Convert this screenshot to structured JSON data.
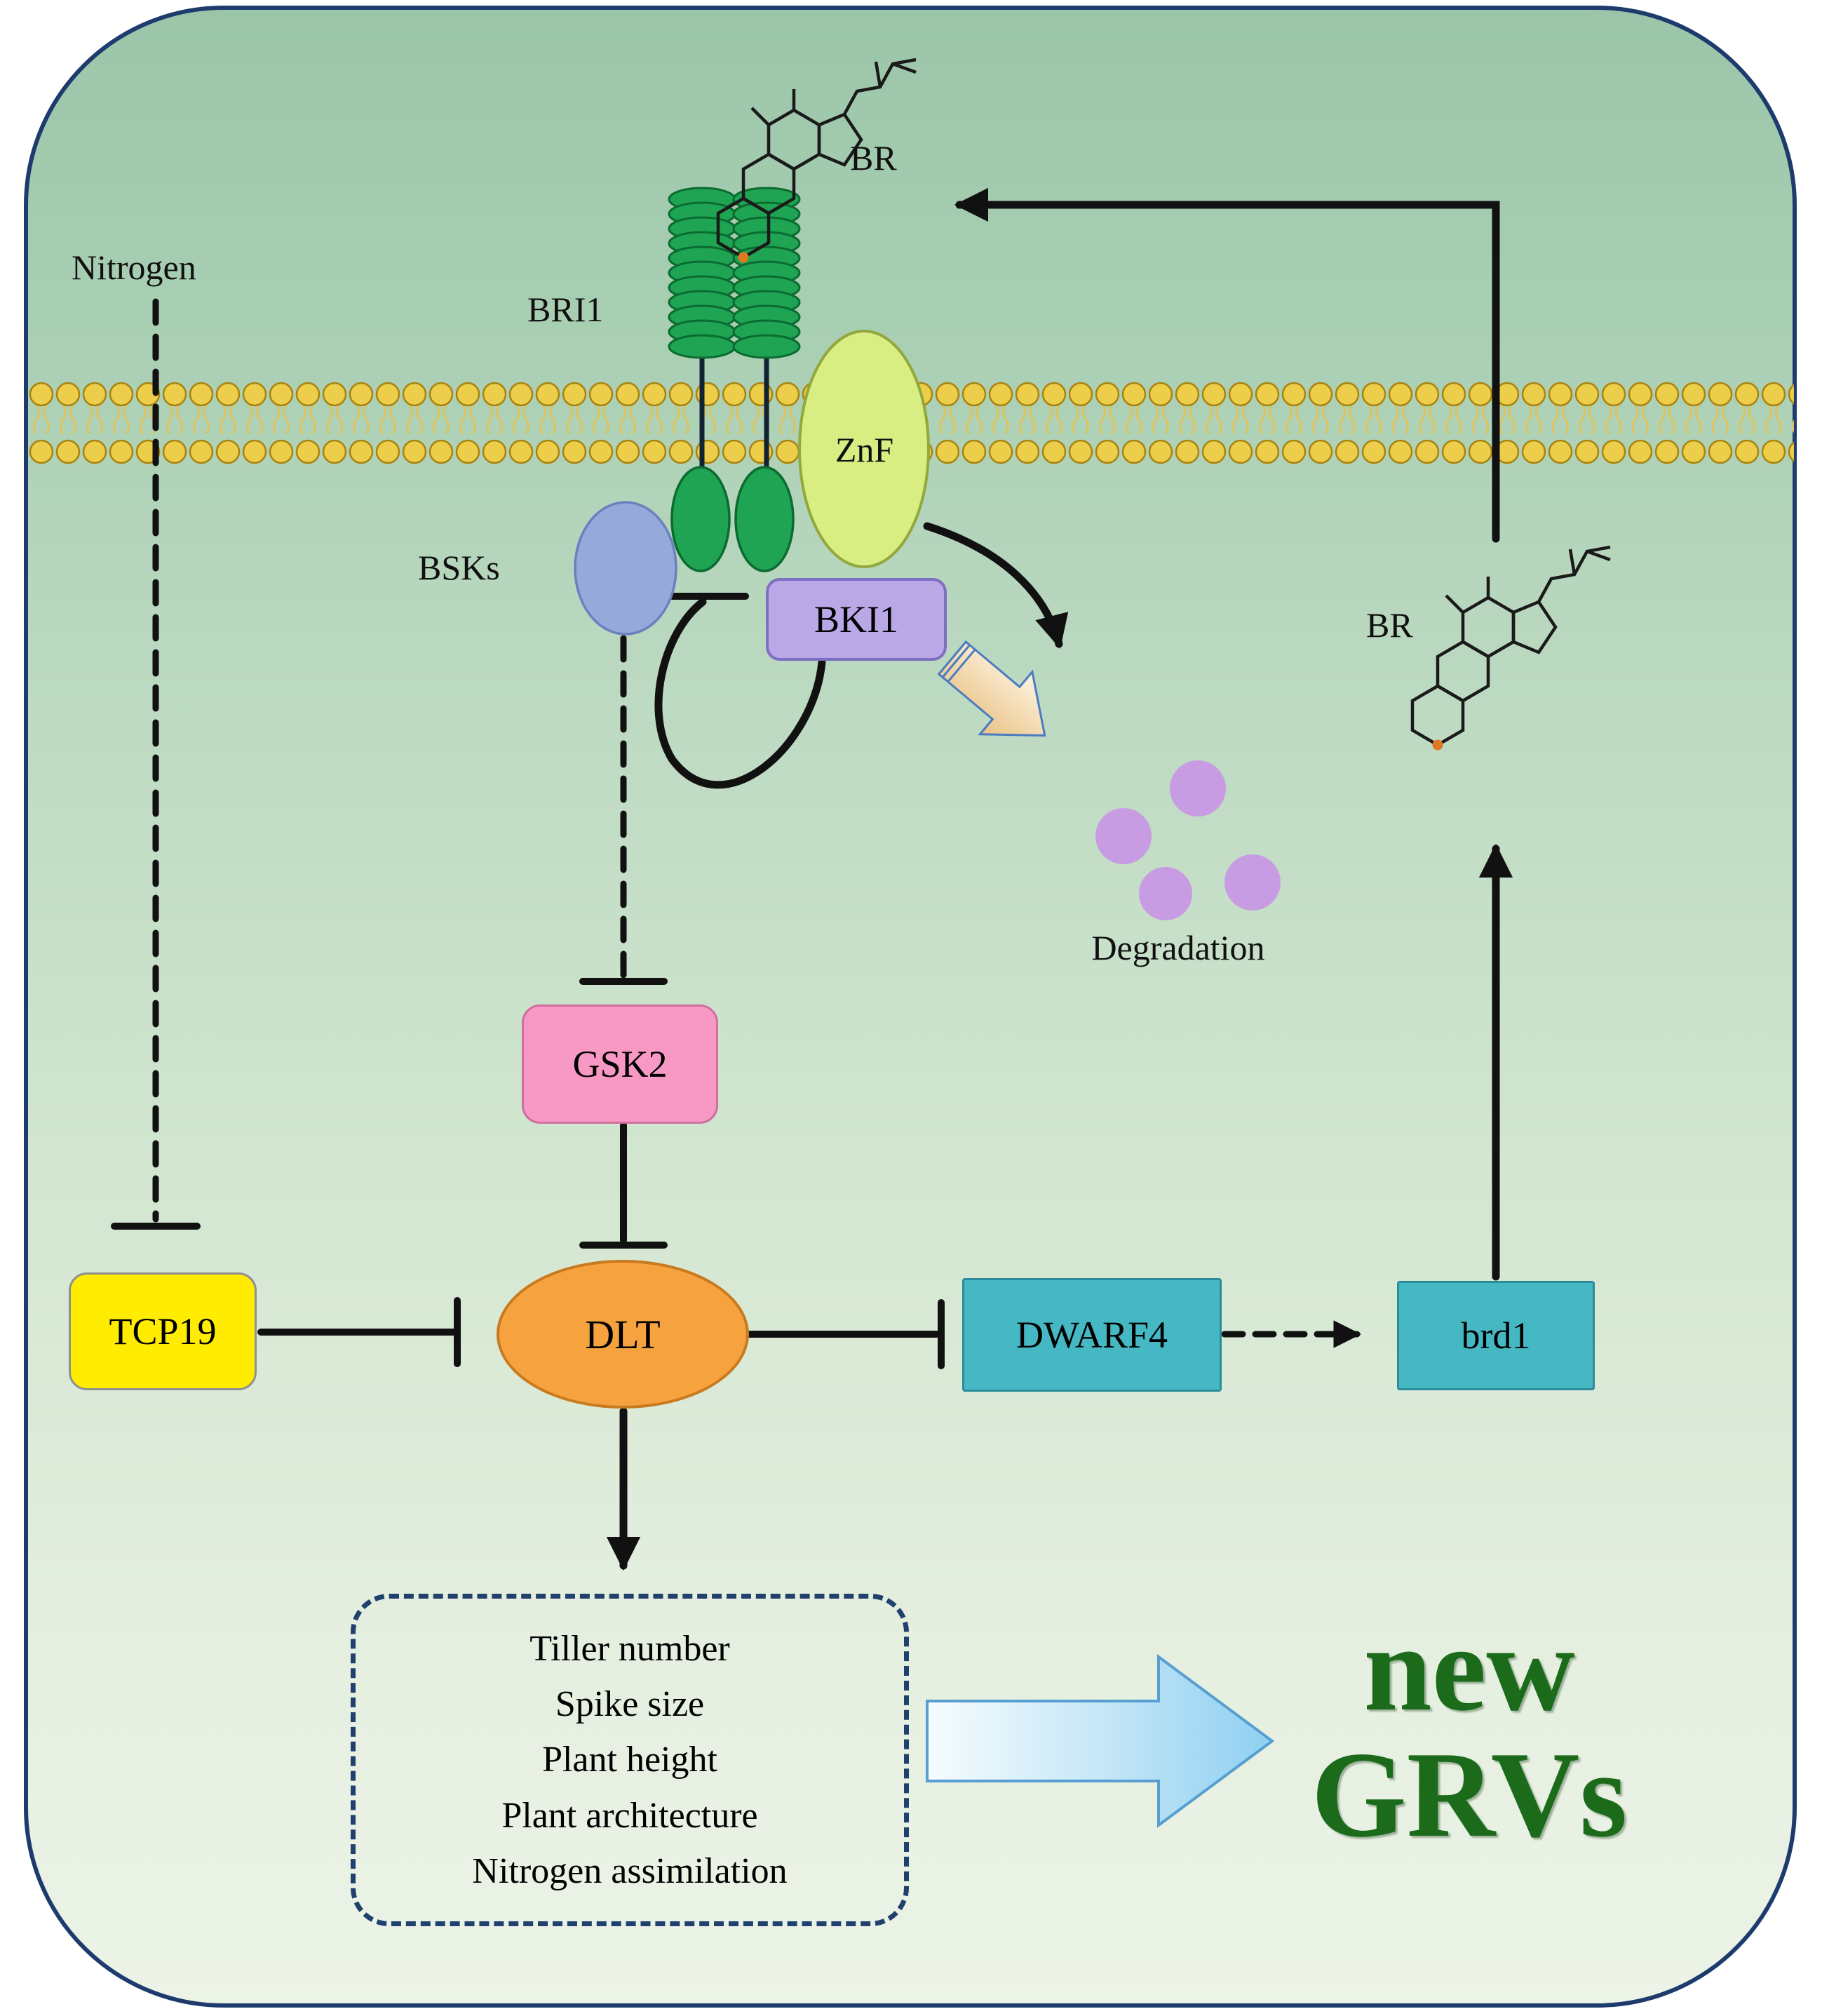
{
  "labels": {
    "nitrogen": "Nitrogen",
    "br_top": "BR",
    "bri1": "BRI1",
    "znf": "ZnF",
    "bsks": "BSKs",
    "bki1": "BKI1",
    "degradation": "Degradation",
    "br_right": "BR",
    "gsk2": "GSK2",
    "tcp19": "TCP19",
    "dlt": "DLT",
    "dwarf4": "DWARF4",
    "brd1": "brd1"
  },
  "outcomes": [
    "Tiller number",
    "Spike size",
    "Plant height",
    "Plant architecture",
    "Nitrogen assimilation"
  ],
  "result": {
    "line1": "new",
    "line2": "GRVs"
  },
  "colors": {
    "cell_border": "#1e3b6e",
    "membrane_gold": "#ecce4a",
    "receptor_green": "#1ea452",
    "znf_fill": "#d9ee82",
    "bsks_fill": "#95a9db",
    "bki1_fill": "#b9a7e6",
    "gsk2_fill": "#f899c5",
    "tcp19_fill": "#ffec00",
    "dlt_fill": "#f6a23f",
    "dwarf4_fill": "#45b8c4",
    "brd1_fill": "#45b8c4",
    "degradation_dots": "#c79ce2",
    "result_green": "#1b6b1b",
    "big_arrow_blue": "#8fd0f2"
  }
}
